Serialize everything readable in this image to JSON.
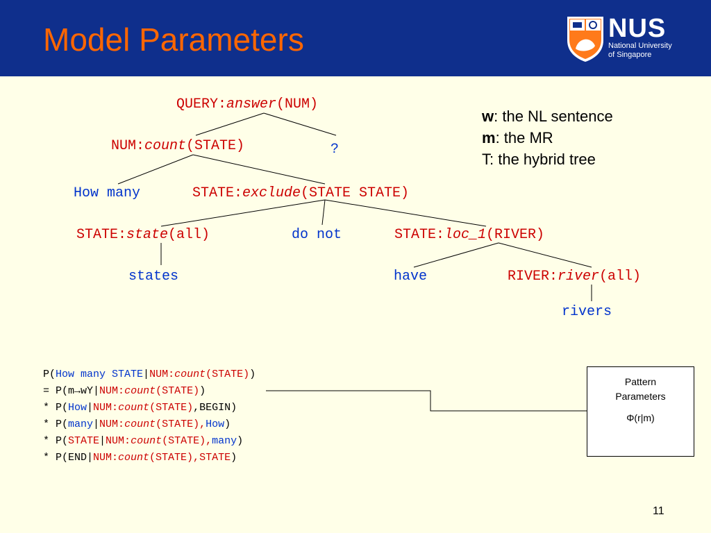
{
  "title": "Model Parameters",
  "logo": {
    "name": "NUS",
    "line1": "National University",
    "line2": "of Singapore"
  },
  "tree": {
    "root": {
      "pre": "QUERY:",
      "fn": "answer",
      "post": "(NUM)"
    },
    "num": {
      "pre": "NUM:",
      "fn": "count",
      "post": "(STATE)"
    },
    "q": "?",
    "how_many": "How many",
    "exclude": {
      "pre": "STATE:",
      "fn": "exclude",
      "post": "(STATE STATE)"
    },
    "state_all": {
      "pre": "STATE:",
      "fn": "state",
      "post": "(all)"
    },
    "do_not": "do not",
    "loc": {
      "pre": "STATE:",
      "fn": "loc_1",
      "post": "(RIVER)"
    },
    "states": "states",
    "have": "have",
    "river": {
      "pre": "RIVER:",
      "fn": "river",
      "post": "(all)"
    },
    "rivers": "rivers"
  },
  "legend": [
    {
      "key": "w",
      "text": ": the NL sentence"
    },
    {
      "key": "m",
      "text": ": the MR"
    },
    {
      "key": "",
      "text": "T: the hybrid tree"
    }
  ],
  "formula": {
    "l1": {
      "a": "P(",
      "b": "How many STATE",
      "c": "|",
      "d": "NUM:",
      "e": "count",
      "f": "(STATE)",
      "g": ")"
    },
    "l2": {
      "a": "= P(m",
      "arrow": "→",
      "b": "wY|",
      "d": "NUM:",
      "e": "count",
      "f": "(STATE)",
      "g": ")"
    },
    "l3": {
      "a": "* P(",
      "b": "How",
      "c": "|",
      "d": "NUM:",
      "e": "count",
      "f": "(STATE)",
      "g": ",BEGIN)"
    },
    "l4": {
      "a": "* P(",
      "b": "many",
      "c": "|",
      "d": "NUM:",
      "e": "count",
      "f": "(STATE),",
      "h": "How",
      "g": ")"
    },
    "l5": {
      "a": "* P(",
      "b": "STATE",
      "c": "|",
      "d": "NUM:",
      "e": "count",
      "f": "(STATE),",
      "h": "many",
      "g": ")"
    },
    "l6": {
      "a": "* P(END|",
      "d": "NUM:",
      "e": "count",
      "f": "(STATE),",
      "h": "STATE",
      "g": ")"
    }
  },
  "box": {
    "line1": "Pattern",
    "line2": "Parameters",
    "line3": "Φ(r|m)"
  },
  "page_number": "11",
  "colors": {
    "header": "#0f2f8c",
    "title": "#ff6600",
    "mr": "#cc0000",
    "nl": "#0033cc",
    "background": "#ffffe8"
  }
}
